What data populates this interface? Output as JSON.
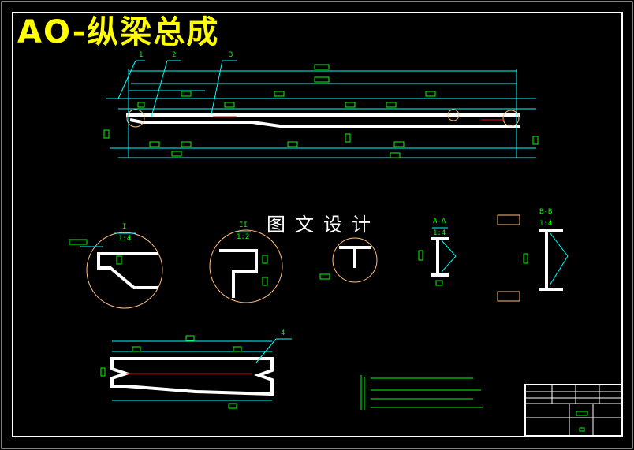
{
  "drawing": {
    "title": "AO-纵梁总成",
    "watermark": "图文设计",
    "balloons": [
      "1",
      "2",
      "3",
      "4"
    ],
    "details": [
      {
        "name": "I",
        "scale": "1:4"
      },
      {
        "name": "II",
        "scale": "1:2"
      },
      {
        "name": "A-A",
        "scale": "1:4"
      },
      {
        "name": "B-B",
        "scale": "1:4"
      }
    ],
    "colors": {
      "background": "#000000",
      "title": "#ffff00",
      "dimension": "#00ffff",
      "text": "#00ff00",
      "outline": "#ffffff",
      "detail_circle": "#ffbf80"
    }
  }
}
